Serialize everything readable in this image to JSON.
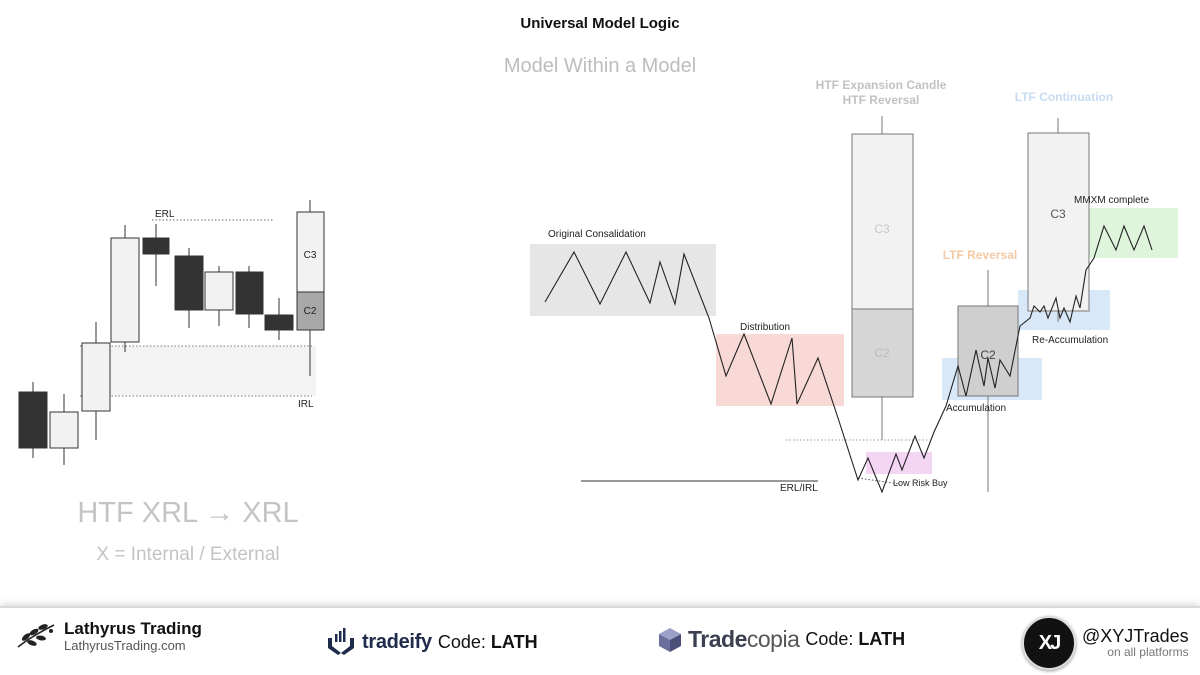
{
  "header": {
    "title": "Universal Model Logic",
    "subtitle": "Model Within a Model"
  },
  "left_panel": {
    "erl_label": "ERL",
    "irl_label": "IRL",
    "c3_label": "C3",
    "c2_label": "C2",
    "headline": "HTF XRL → XRL",
    "caption": "X = Internal / External"
  },
  "right_panel": {
    "htf_expansion_line1": "HTF Expansion Candle",
    "htf_expansion_line2": "HTF Reversal",
    "ltf_continuation": "LTF Continuation",
    "ltf_reversal": "LTF Reversal",
    "original_consolidation": "Original Consalidation",
    "distribution": "Distribution",
    "accumulation": "Accumulation",
    "re_accumulation": "Re-Accumulation",
    "low_risk_buy": "Low Risk Buy",
    "erl_irl": "ERL/IRL",
    "mmxm_complete": "MMXM complete",
    "big_c3": "C3",
    "big_c2": "C2",
    "small_c2": "C2",
    "right_c3": "C3"
  },
  "colors": {
    "bear": "#333333",
    "bull_fill": "#f2f2f2",
    "c2_fill": "#a8a8a8",
    "consolidation_zone": "#e6e6e6",
    "distribution_zone": "#f9d9d6",
    "accumulation_zone": "#d9e8f8",
    "low_risk_zone": "#f4d6f4",
    "mmxm_zone": "#def5dc",
    "ltf_reversal_text": "#f4c9a4",
    "ltf_continuation_text": "#c7dcf2",
    "muted_text": "#bdbdbd"
  },
  "footer": {
    "lathyrus_name": "Lathyrus Trading",
    "lathyrus_site": "LathyrusTrading.com",
    "tradeify_name": "tradeify",
    "tradeify_code_label": "Code:",
    "tradeify_code": "LATH",
    "tradecopia_name_bold": "Trade",
    "tradecopia_name_rest": "copia",
    "tradecopia_code_label": "Code:",
    "tradecopia_code": "LATH",
    "xyj_logo_text": "XJ",
    "xyj_handle": "@XYJTrades",
    "xyj_sub": "on all platforms",
    "icons": [
      "leaf-sprig-icon",
      "tradeify-hands-icon",
      "tradecopia-cube-icon"
    ]
  }
}
